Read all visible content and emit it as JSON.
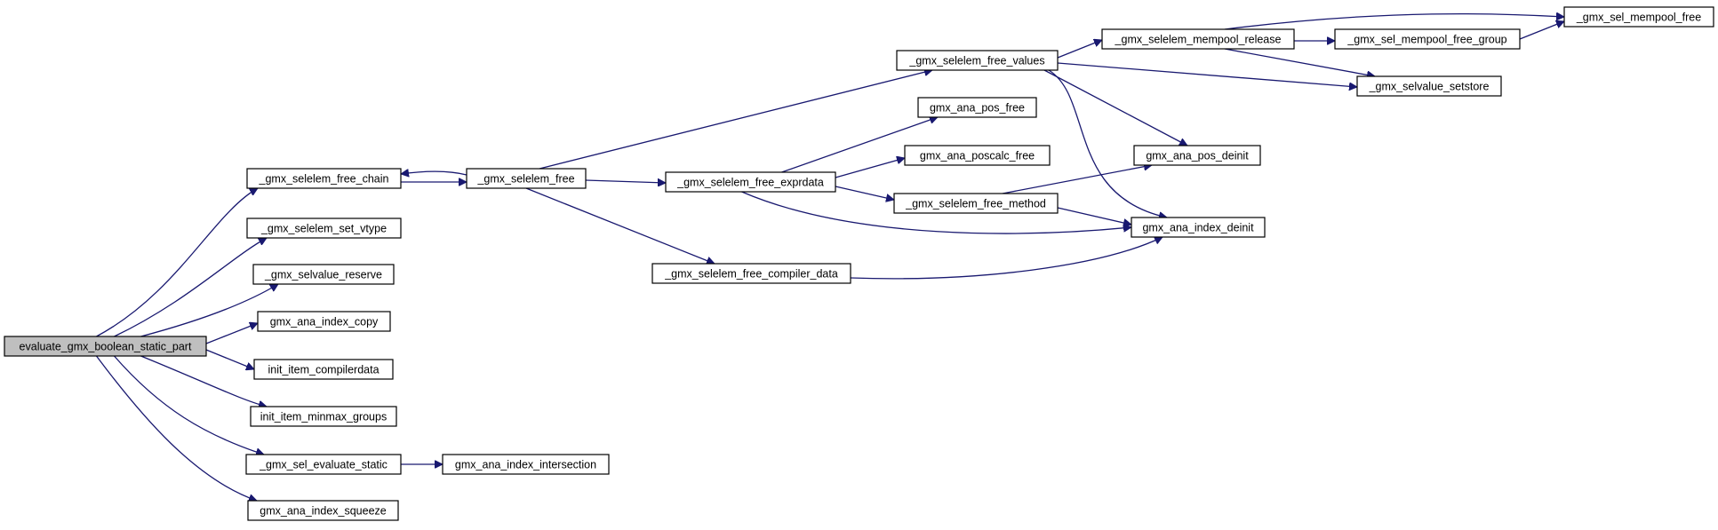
{
  "diagram": {
    "type": "call-graph",
    "root": "evaluate_gmx_boolean_static_part",
    "nodes": [
      {
        "id": "n0",
        "label": "evaluate_gmx_boolean_static_part",
        "root": true
      },
      {
        "id": "n1",
        "label": "_gmx_selelem_free_chain"
      },
      {
        "id": "n2",
        "label": "_gmx_selelem_set_vtype"
      },
      {
        "id": "n3",
        "label": "_gmx_selvalue_reserve"
      },
      {
        "id": "n4",
        "label": "gmx_ana_index_copy"
      },
      {
        "id": "n5",
        "label": "init_item_compilerdata"
      },
      {
        "id": "n6",
        "label": "init_item_minmax_groups"
      },
      {
        "id": "n7",
        "label": "_gmx_sel_evaluate_static"
      },
      {
        "id": "n8",
        "label": "gmx_ana_index_squeeze"
      },
      {
        "id": "n9",
        "label": "_gmx_selelem_free"
      },
      {
        "id": "n10",
        "label": "gmx_ana_index_intersection"
      },
      {
        "id": "n11",
        "label": "_gmx_selelem_free_values"
      },
      {
        "id": "n12",
        "label": "gmx_ana_pos_free"
      },
      {
        "id": "n13",
        "label": "gmx_ana_poscalc_free"
      },
      {
        "id": "n14",
        "label": "_gmx_selelem_free_exprdata"
      },
      {
        "id": "n15",
        "label": "_gmx_selelem_free_method"
      },
      {
        "id": "n16",
        "label": "_gmx_selelem_free_compiler_data"
      },
      {
        "id": "n17",
        "label": "_gmx_selelem_mempool_release"
      },
      {
        "id": "n18",
        "label": "_gmx_sel_mempool_free_group"
      },
      {
        "id": "n19",
        "label": "_gmx_sel_mempool_free"
      },
      {
        "id": "n20",
        "label": "_gmx_selvalue_setstore"
      },
      {
        "id": "n21",
        "label": "gmx_ana_pos_deinit"
      },
      {
        "id": "n22",
        "label": "gmx_ana_index_deinit"
      }
    ],
    "edges": [
      {
        "from": "n0",
        "to": "n1"
      },
      {
        "from": "n0",
        "to": "n2"
      },
      {
        "from": "n0",
        "to": "n3"
      },
      {
        "from": "n0",
        "to": "n4"
      },
      {
        "from": "n0",
        "to": "n5"
      },
      {
        "from": "n0",
        "to": "n6"
      },
      {
        "from": "n0",
        "to": "n7"
      },
      {
        "from": "n0",
        "to": "n8"
      },
      {
        "from": "n1",
        "to": "n9"
      },
      {
        "from": "n9",
        "to": "n1"
      },
      {
        "from": "n7",
        "to": "n10"
      },
      {
        "from": "n9",
        "to": "n11"
      },
      {
        "from": "n9",
        "to": "n14"
      },
      {
        "from": "n9",
        "to": "n16"
      },
      {
        "from": "n14",
        "to": "n12"
      },
      {
        "from": "n14",
        "to": "n13"
      },
      {
        "from": "n14",
        "to": "n15"
      },
      {
        "from": "n14",
        "to": "n22"
      },
      {
        "from": "n15",
        "to": "n21"
      },
      {
        "from": "n15",
        "to": "n22"
      },
      {
        "from": "n16",
        "to": "n22"
      },
      {
        "from": "n11",
        "to": "n17"
      },
      {
        "from": "n11",
        "to": "n20"
      },
      {
        "from": "n11",
        "to": "n21"
      },
      {
        "from": "n11",
        "to": "n22"
      },
      {
        "from": "n17",
        "to": "n18"
      },
      {
        "from": "n17",
        "to": "n19"
      },
      {
        "from": "n17",
        "to": "n20"
      },
      {
        "from": "n18",
        "to": "n19"
      }
    ]
  },
  "colors": {
    "edge": "#191970",
    "root_fill": "#bfbfbf",
    "node_fill": "#ffffff",
    "node_border": "#000000"
  }
}
